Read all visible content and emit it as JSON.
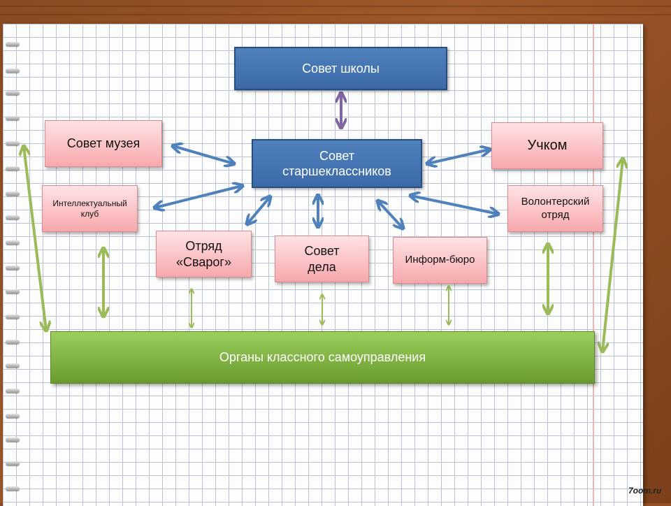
{
  "diagram": {
    "nodes": {
      "school_council": "Совет школы",
      "senior_council": "Совет старшеклассников",
      "museum_council": "Совет музея",
      "uchkom": "Учком",
      "intellectual_club": "Интеллектуальный клуб",
      "volunteer_squad": "Волонтерский отряд",
      "svarog_squad": "Отряд «Сварог»",
      "council_of_affairs": "Совет дела",
      "inform_bureau": "Информ-бюро",
      "class_self_government": "Органы классного самоуправления"
    },
    "edges": [
      {
        "from": "school_council",
        "to": "senior_council",
        "dir": "both"
      },
      {
        "from": "senior_council",
        "to": "museum_council",
        "dir": "both"
      },
      {
        "from": "senior_council",
        "to": "uchkom",
        "dir": "both"
      },
      {
        "from": "senior_council",
        "to": "intellectual_club",
        "dir": "both"
      },
      {
        "from": "senior_council",
        "to": "volunteer_squad",
        "dir": "both"
      },
      {
        "from": "senior_council",
        "to": "svarog_squad",
        "dir": "both"
      },
      {
        "from": "senior_council",
        "to": "council_of_affairs",
        "dir": "both"
      },
      {
        "from": "senior_council",
        "to": "inform_bureau",
        "dir": "both"
      },
      {
        "from": "museum_council",
        "to": "class_self_government",
        "dir": "both"
      },
      {
        "from": "uchkom",
        "to": "class_self_government",
        "dir": "both"
      },
      {
        "from": "intellectual_club",
        "to": "class_self_government",
        "dir": "both"
      },
      {
        "from": "volunteer_squad",
        "to": "class_self_government",
        "dir": "both"
      },
      {
        "from": "svarog_squad",
        "to": "class_self_government",
        "dir": "both"
      },
      {
        "from": "council_of_affairs",
        "to": "class_self_government",
        "dir": "both"
      },
      {
        "from": "inform_bureau",
        "to": "class_self_government",
        "dir": "both"
      }
    ]
  },
  "colors": {
    "top_council": "#4f81bd",
    "sub_bodies": "#f7a8ac",
    "class_bodies": "#8cbf4e",
    "arrow_blue": "#4f81bd",
    "arrow_purple": "#8064a2",
    "arrow_green": "#9bbb59"
  },
  "watermark": "7oom.ru"
}
